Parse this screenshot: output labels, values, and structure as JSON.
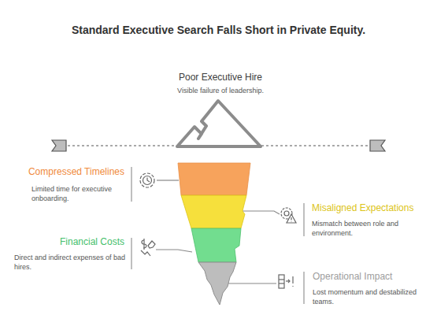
{
  "diagram": {
    "title": "Standard Executive Search Falls Short in Private Equity.",
    "nodes": [
      {
        "text": [
          "Poor Executive Hire",
          "Visible failure of leadership."
        ]
      },
      {
        "text": [
          "Compressed Timelines",
          "Limited time for executive onboarding."
        ]
      },
      {
        "text": [
          "Misaligned Expectations",
          "Mismatch between role and environment."
        ]
      },
      {
        "text": [
          "Financial Costs",
          "Direct and indirect expenses of bad hires."
        ]
      },
      {
        "text": [
          "Operational Impact",
          "Lost momentum and destabilized teams."
        ]
      }
    ]
  }
}
